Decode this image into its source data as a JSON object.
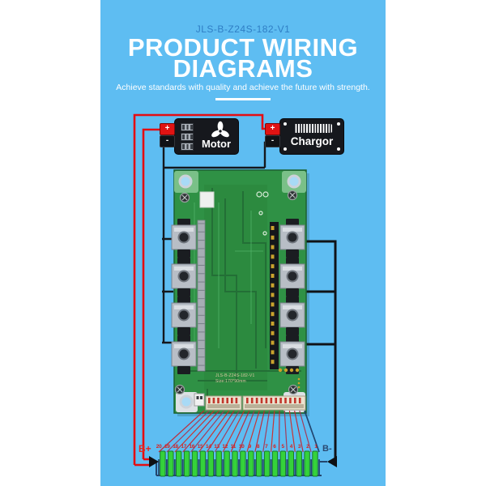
{
  "header": {
    "model": "JLS-B-Z24S-182-V1",
    "title_line1": "PRODUCT WIRING",
    "title_line2": "DIAGRAMS",
    "subtitle": "Achieve standards with quality and achieve the future with strength."
  },
  "devices": {
    "motor": {
      "label": "Motor",
      "plus_label": "+",
      "minus_label": "-"
    },
    "chargor": {
      "label": "Chargor",
      "plus_label": "+",
      "minus_label": "-"
    }
  },
  "board": {
    "silkscreen_line1": "JLS-B-Z24S-182-V1",
    "silkscreen_line2": "Size:170*90mm"
  },
  "battery": {
    "positive_label": "B+",
    "negative_label": "B-",
    "cell_count": 20,
    "cell_numbers": [
      "20",
      "19",
      "18",
      "17",
      "16",
      "15",
      "14",
      "13",
      "12",
      "11",
      "10",
      "9",
      "8",
      "7",
      "6",
      "5",
      "4",
      "3",
      "2",
      "1"
    ]
  },
  "colors": {
    "background_blue": "#5ebdf2",
    "model_text_blue": "#2f7ec5",
    "title_white": "#ffffff",
    "wire_positive_red": "#e40d12",
    "wire_negative_black": "#15181d",
    "sense_wire_navy": "#1d3c66",
    "cell_green": "#35d23b",
    "cell_holder_navy": "#24466e",
    "pcb_green": "#2f9145",
    "heatsink_silver": "#b8bec6",
    "gold_pin": "#c9a22c"
  },
  "icons": {
    "motor_fan_icon": "fan",
    "chargor_vent_icon": "vent-grille",
    "screw_icon": "screw",
    "mounting_hole_icon": "hole"
  }
}
